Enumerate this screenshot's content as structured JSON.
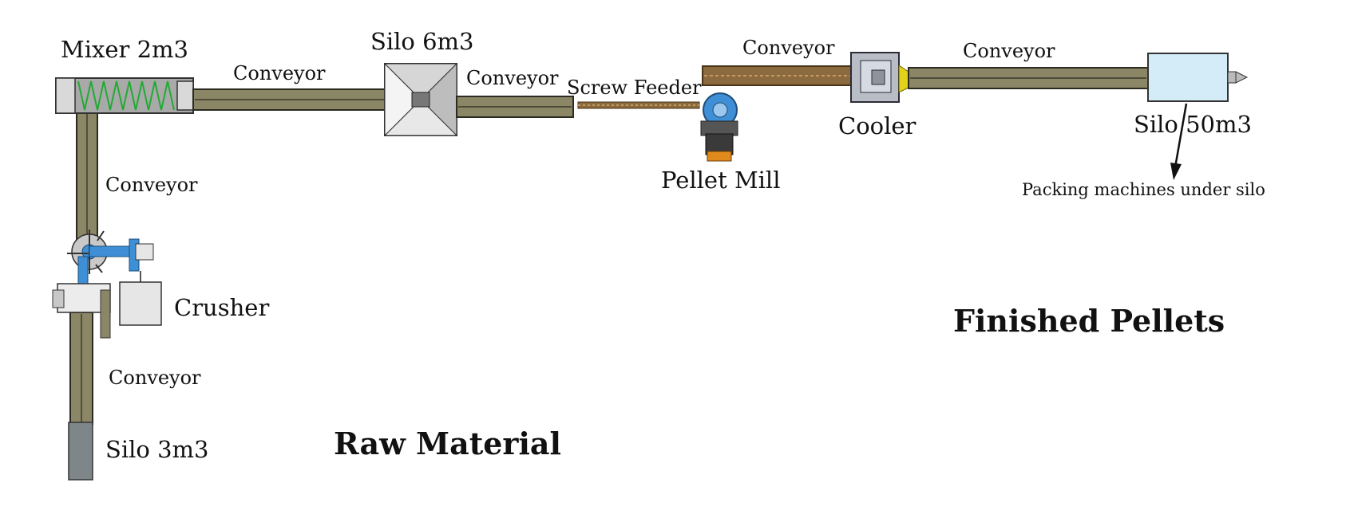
{
  "diagram": {
    "labels": {
      "mixer": "Mixer 2m3",
      "conveyor_mixer_silo6": "Conveyor",
      "silo6": "Silo 6m3",
      "conveyor_silo6_feeder": "Conveyor",
      "screw_feeder": "Screw Feeder",
      "pellet_mill": "Pellet Mill",
      "conveyor_mill_cooler": "Conveyor",
      "cooler": "Cooler",
      "conveyor_cooler_silo50": "Conveyor",
      "silo50": "Silo 50m3",
      "packing": "Packing machines under silo",
      "conveyor_vertical_upper": "Conveyor",
      "crusher": "Crusher",
      "conveyor_vertical_lower": "Conveyor",
      "silo3": "Silo 3m3",
      "raw_material": "Raw Material",
      "finished_pellets": "Finished Pellets"
    },
    "colors": {
      "conveyor_fill": "#8b8665",
      "conveyor_edge": "#2b2b22",
      "mixer_body": "#a9a9a9",
      "mixer_spiral": "#22aa33",
      "blue_part": "#3f8fd6",
      "silo50_fill": "#d3ecf8",
      "silo3_fill": "#7e8689",
      "cooler_yellow": "#e2d21c",
      "screw_brown": "#8a6a3e",
      "mill_orange": "#e18a1c"
    }
  }
}
